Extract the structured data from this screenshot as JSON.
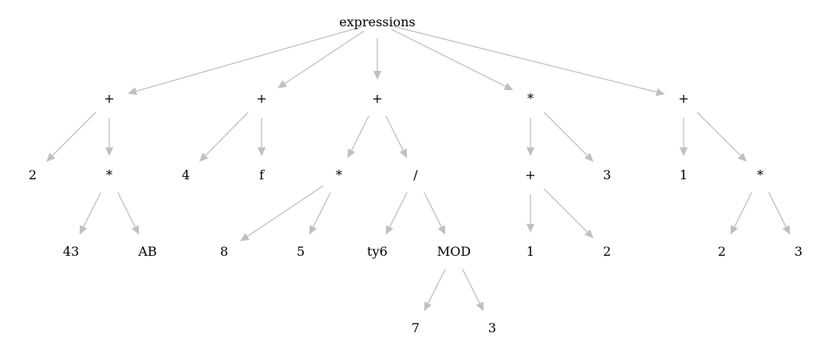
{
  "diagram": {
    "type": "tree",
    "colors": {
      "edge": "#c0c0c0",
      "text": "#000000",
      "background": "#ffffff"
    },
    "nodes": [
      {
        "id": "n0",
        "label": "expressions"
      },
      {
        "id": "n1",
        "label": "+"
      },
      {
        "id": "n2",
        "label": "+"
      },
      {
        "id": "n3",
        "label": "+"
      },
      {
        "id": "n4",
        "label": "*"
      },
      {
        "id": "n5",
        "label": "+"
      },
      {
        "id": "n6",
        "label": "2"
      },
      {
        "id": "n7",
        "label": "*"
      },
      {
        "id": "n8",
        "label": "4"
      },
      {
        "id": "n9",
        "label": "f"
      },
      {
        "id": "n10",
        "label": "*"
      },
      {
        "id": "n11",
        "label": "/"
      },
      {
        "id": "n12",
        "label": "+"
      },
      {
        "id": "n13",
        "label": "3"
      },
      {
        "id": "n14",
        "label": "1"
      },
      {
        "id": "n15",
        "label": "*"
      },
      {
        "id": "n16",
        "label": "43"
      },
      {
        "id": "n17",
        "label": "AB"
      },
      {
        "id": "n18",
        "label": "8"
      },
      {
        "id": "n19",
        "label": "5"
      },
      {
        "id": "n20",
        "label": "ty6"
      },
      {
        "id": "n21",
        "label": "MOD"
      },
      {
        "id": "n22",
        "label": "1"
      },
      {
        "id": "n23",
        "label": "2"
      },
      {
        "id": "n24",
        "label": "2"
      },
      {
        "id": "n25",
        "label": "3"
      },
      {
        "id": "n26",
        "label": "7"
      },
      {
        "id": "n27",
        "label": "3"
      }
    ],
    "edges": [
      [
        "n0",
        "n1"
      ],
      [
        "n0",
        "n2"
      ],
      [
        "n0",
        "n3"
      ],
      [
        "n0",
        "n4"
      ],
      [
        "n0",
        "n5"
      ],
      [
        "n1",
        "n6"
      ],
      [
        "n1",
        "n7"
      ],
      [
        "n2",
        "n8"
      ],
      [
        "n2",
        "n9"
      ],
      [
        "n3",
        "n10"
      ],
      [
        "n3",
        "n11"
      ],
      [
        "n4",
        "n12"
      ],
      [
        "n4",
        "n13"
      ],
      [
        "n5",
        "n14"
      ],
      [
        "n5",
        "n15"
      ],
      [
        "n7",
        "n16"
      ],
      [
        "n7",
        "n17"
      ],
      [
        "n10",
        "n18"
      ],
      [
        "n10",
        "n19"
      ],
      [
        "n11",
        "n20"
      ],
      [
        "n11",
        "n21"
      ],
      [
        "n12",
        "n22"
      ],
      [
        "n12",
        "n23"
      ],
      [
        "n15",
        "n24"
      ],
      [
        "n15",
        "n25"
      ],
      [
        "n21",
        "n26"
      ],
      [
        "n21",
        "n27"
      ]
    ]
  }
}
